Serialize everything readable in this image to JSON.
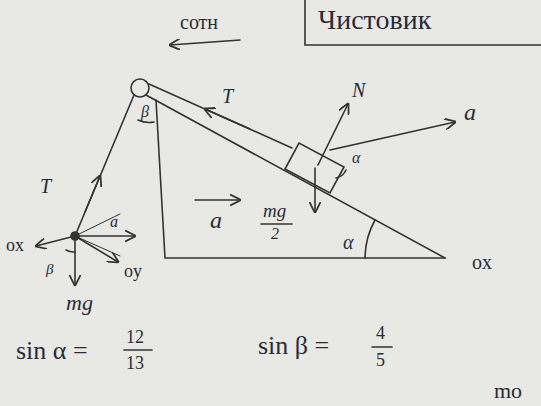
{
  "diagram": {
    "labels": [
      "Чистовик",
      "сотн",
      "T",
      "N",
      "a",
      "α",
      "mg",
      "2",
      "α",
      "ox",
      "ox",
      "oy",
      "T",
      "β",
      "β",
      "a",
      "a",
      "mg",
      "sin α =",
      "12",
      "13",
      "sin β =",
      "4",
      "5",
      "mo"
    ]
  }
}
